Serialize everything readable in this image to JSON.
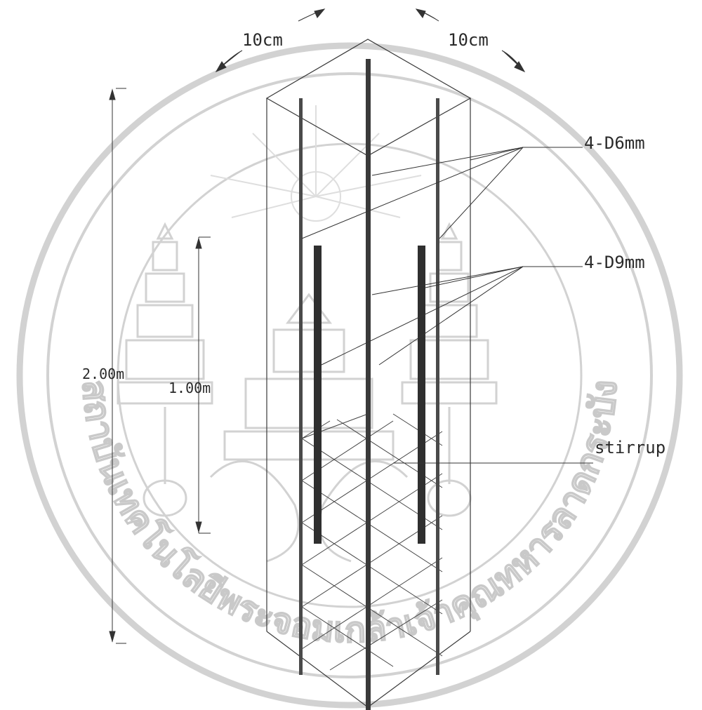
{
  "labels": {
    "width_left": "10cm",
    "width_right": "10cm",
    "rebar_d6": "4-D6mm",
    "rebar_d9": "4-D9mm",
    "stirrup": "stirrup",
    "height_total": "2.00m",
    "height_inner": "1.00m"
  },
  "watermark": {
    "arc_text": "สถาบันเทคโนโลยีพระจอมเกล้าเจ้าคุณทหารลาดกระบัง"
  }
}
